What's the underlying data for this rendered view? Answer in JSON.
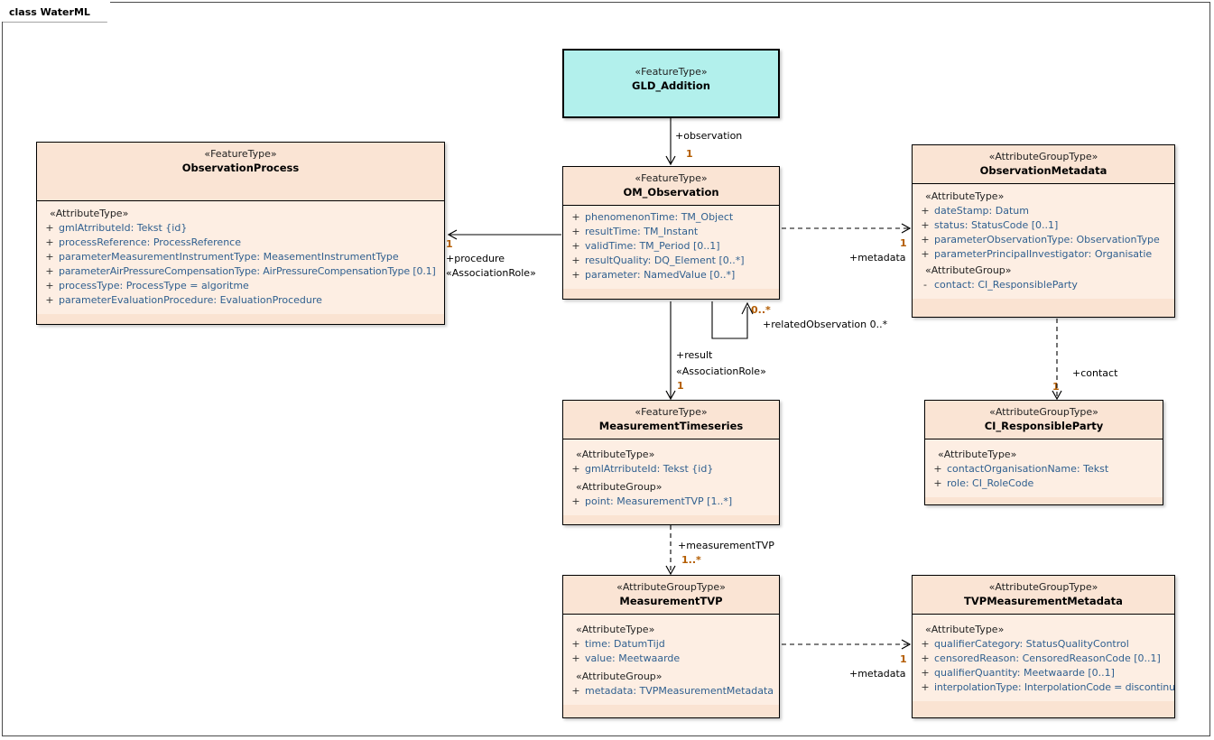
{
  "diagram": {
    "frame_label": "class WaterML",
    "colors": {
      "class_fill": "#fae3d2",
      "class_body_fill": "#fdeee3",
      "highlight_fill": "#b2f0ec",
      "attribute_text": "#2f5f8f",
      "multiplicity_text": "#b35c00",
      "border": "#000000"
    }
  },
  "classes": {
    "gld_addition": {
      "stereotype": "«FeatureType»",
      "name": "GLD_Addition",
      "sections": []
    },
    "observation_process": {
      "stereotype": "«FeatureType»",
      "name": "ObservationProcess",
      "sections": [
        {
          "group": "«AttributeType»",
          "attributes": [
            {
              "visibility": "+",
              "text": "gmlAtrributeId: Tekst {id}"
            },
            {
              "visibility": "+",
              "text": "processReference: ProcessReference"
            },
            {
              "visibility": "+",
              "text": "parameterMeasurementInstrumentType: MeasementInstrumentType"
            },
            {
              "visibility": "+",
              "text": "parameterAirPressureCompensationType: AirPressureCompensationType [0.1]"
            },
            {
              "visibility": "+",
              "text": "processType: ProcessType = algoritme"
            },
            {
              "visibility": "+",
              "text": "parameterEvaluationProcedure: EvaluationProcedure"
            }
          ]
        }
      ]
    },
    "om_observation": {
      "stereotype": "«FeatureType»",
      "name": "OM_Observation",
      "sections": [
        {
          "group": "",
          "attributes": [
            {
              "visibility": "+",
              "text": "phenomenonTime: TM_Object"
            },
            {
              "visibility": "+",
              "text": "resultTime: TM_Instant"
            },
            {
              "visibility": "+",
              "text": "validTime: TM_Period [0..1]"
            },
            {
              "visibility": "+",
              "text": "resultQuality: DQ_Element [0..*]"
            },
            {
              "visibility": "+",
              "text": "parameter: NamedValue [0..*]"
            }
          ]
        }
      ]
    },
    "observation_metadata": {
      "stereotype": "«AttributeGroupType»",
      "name": "ObservationMetadata",
      "sections": [
        {
          "group": "«AttributeType»",
          "attributes": [
            {
              "visibility": "+",
              "text": "dateStamp: Datum"
            },
            {
              "visibility": "+",
              "text": "status: StatusCode [0..1]"
            },
            {
              "visibility": "+",
              "text": "parameterObservationType: ObservationType"
            },
            {
              "visibility": "+",
              "text": "parameterPrincipalInvestigator: Organisatie"
            }
          ]
        },
        {
          "group": "«AttributeGroup»",
          "attributes": [
            {
              "visibility": "-",
              "text": "contact: CI_ResponsibleParty"
            }
          ]
        }
      ]
    },
    "measurement_timeseries": {
      "stereotype": "«FeatureType»",
      "name": "MeasurementTimeseries",
      "sections": [
        {
          "group": "«AttributeType»",
          "attributes": [
            {
              "visibility": "+",
              "text": "gmlAtrributeId: Tekst {id}"
            }
          ]
        },
        {
          "group": "«AttributeGroup»",
          "attributes": [
            {
              "visibility": "+",
              "text": "point: MeasurementTVP [1..*]"
            }
          ]
        }
      ]
    },
    "ci_responsibleparty": {
      "stereotype": "«AttributeGroupType»",
      "name": "CI_ResponsibleParty",
      "sections": [
        {
          "group": "«AttributeType»",
          "attributes": [
            {
              "visibility": "+",
              "text": "contactOrganisationName: Tekst"
            },
            {
              "visibility": "+",
              "text": "role: CI_RoleCode"
            }
          ]
        }
      ]
    },
    "measurement_tvp": {
      "stereotype": "«AttributeGroupType»",
      "name": "MeasurementTVP",
      "sections": [
        {
          "group": "«AttributeType»",
          "attributes": [
            {
              "visibility": "+",
              "text": "time: DatumTijd"
            },
            {
              "visibility": "+",
              "text": "value: Meetwaarde"
            }
          ]
        },
        {
          "group": "«AttributeGroup»",
          "attributes": [
            {
              "visibility": "+",
              "text": "metadata: TVPMeasurementMetadata"
            }
          ]
        }
      ]
    },
    "tvp_measurement_metadata": {
      "stereotype": "«AttributeGroupType»",
      "name": "TVPMeasurementMetadata",
      "sections": [
        {
          "group": "«AttributeType»",
          "attributes": [
            {
              "visibility": "+",
              "text": "qualifierCategory: StatusQualityControl"
            },
            {
              "visibility": "+",
              "text": "censoredReason: CensoredReasonCode [0..1]"
            },
            {
              "visibility": "+",
              "text": "qualifierQuantity: Meetwaarde [0..1]"
            },
            {
              "visibility": "+",
              "text": "interpolationType: InterpolationCode = discontinu"
            }
          ]
        }
      ]
    }
  },
  "connectors": {
    "observation": {
      "role": "+observation",
      "multiplicity": "1"
    },
    "procedure": {
      "multiplicity": "1",
      "role": "+procedure",
      "stereotype": "«AssociationRole»"
    },
    "metadata_observation": {
      "multiplicity": "1",
      "role": "+metadata"
    },
    "related_observation": {
      "multiplicity_source": "0..*",
      "role": "+relatedObservation 0..*"
    },
    "result": {
      "role": "+result",
      "stereotype": "«AssociationRole»",
      "multiplicity": "1"
    },
    "contact": {
      "role": "+contact",
      "multiplicity": "1"
    },
    "measurement_tvp": {
      "role": "+measurementTVP",
      "multiplicity": "1..*"
    },
    "metadata_tvp": {
      "multiplicity": "1",
      "role": "+metadata"
    }
  }
}
